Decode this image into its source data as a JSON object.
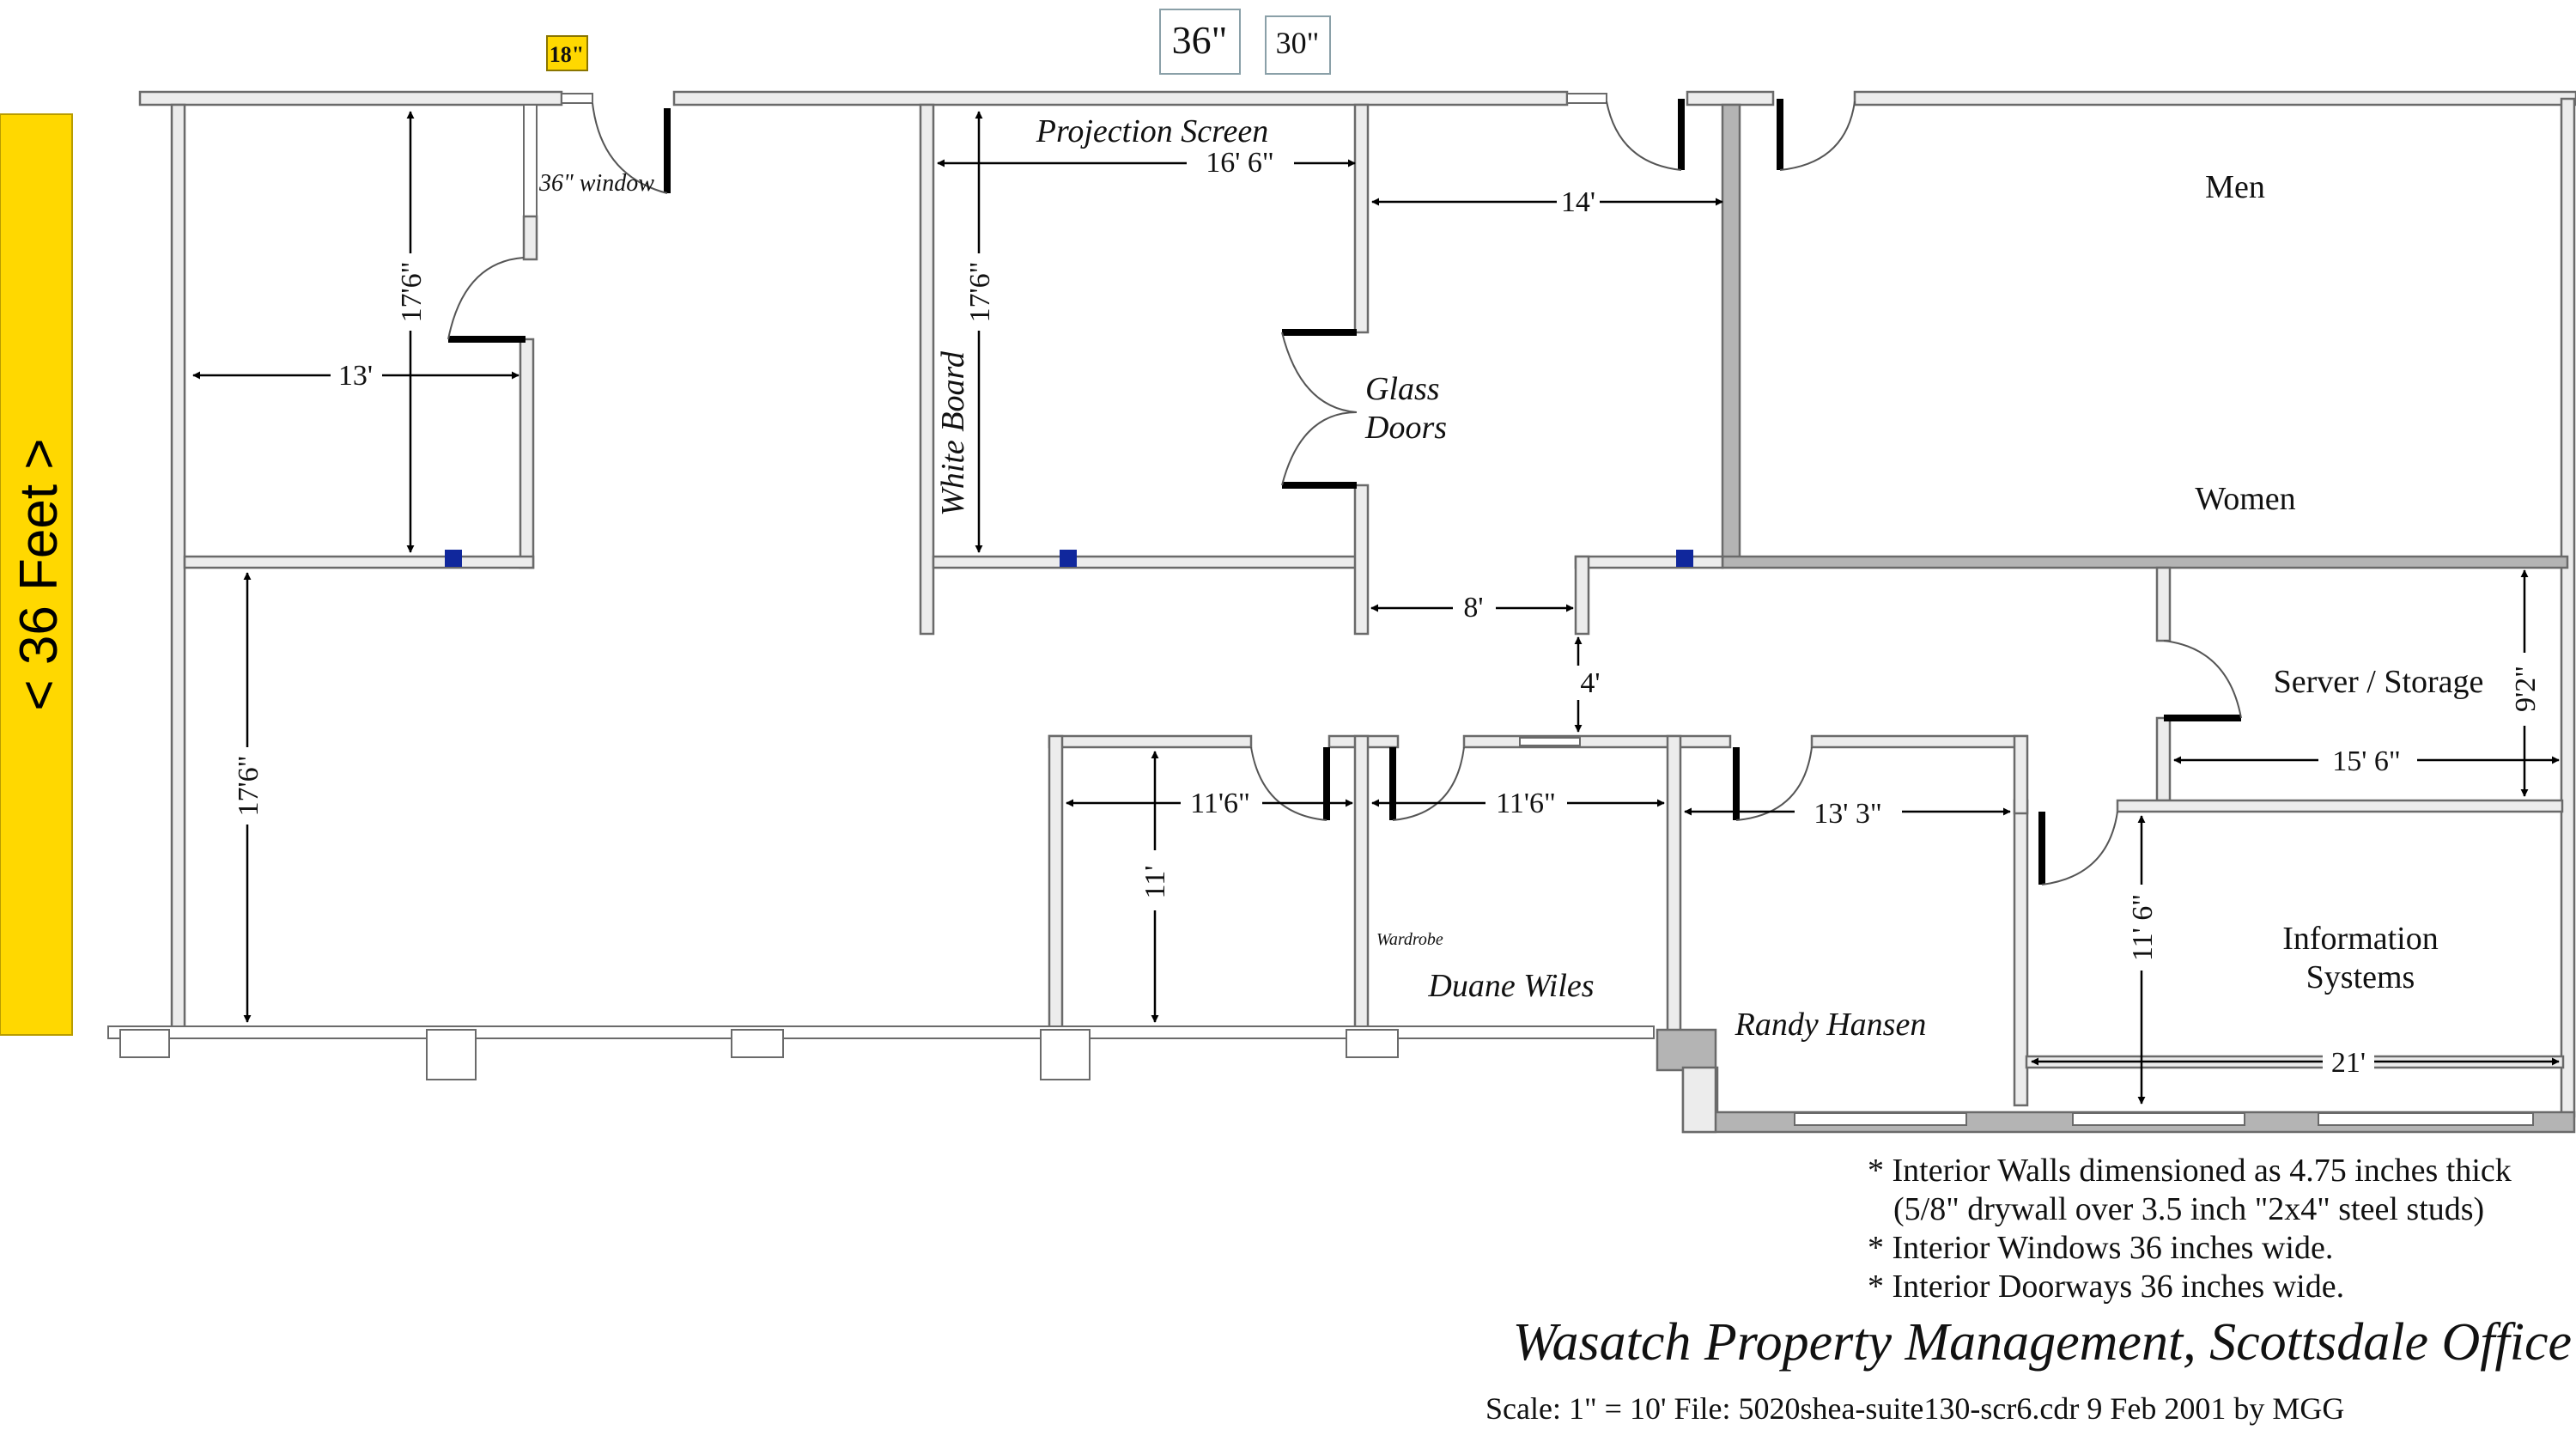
{
  "labels": {
    "vertical_banner": "< 36 Feet >",
    "badge_18": "18\"",
    "badge_36": "36\"",
    "badge_30": "30\"",
    "window_36": "36\" window",
    "projection_screen": "Projection Screen",
    "white_board": "White Board",
    "glass_doors_1": "Glass",
    "glass_doors_2": "Doors",
    "men": "Men",
    "women": "Women",
    "server_storage": "Server / Storage",
    "information_systems_1": "Information",
    "information_systems_2": "Systems",
    "wardrobe": "Wardrobe",
    "duane_wiles": "Duane Wiles",
    "randy_hansen": "Randy Hansen"
  },
  "dimensions": {
    "d_16_6": "16' 6\"",
    "d_14": "14'",
    "d_17_6_a": "17'6\"",
    "d_17_6_b": "17'6\"",
    "d_17_6_c": "17'6\"",
    "d_13": "13'",
    "d_8": "8'",
    "d_4": "4'",
    "d_11_6_a": "11'6\"",
    "d_11_6_b": "11'6\"",
    "d_13_3": "13' 3\"",
    "d_11": "11'",
    "d_11_6_v": "11' 6\"",
    "d_15_6": "15' 6\"",
    "d_9_2": "9'2\"",
    "d_21": "21'"
  },
  "notes": [
    "* Interior Walls dimensioned as 4.75 inches thick",
    "(5/8\" drywall over 3.5 inch \"2x4\" steel studs)",
    "* Interior Windows 36 inches wide.",
    "* Interior Doorways 36 inches wide."
  ],
  "footer": {
    "title": "Wasatch Property Management, Scottsdale Office",
    "scale": "Scale: 1\" = 10'  File: 5020shea-suite130-scr6.cdr 9 Feb 2001 by MGG"
  },
  "colors": {
    "banner": "#FFD800",
    "badge": "#FFD800",
    "marker": "#10279C",
    "wall": "#ECECEC",
    "exterior_wall": "#B4B4B4"
  }
}
